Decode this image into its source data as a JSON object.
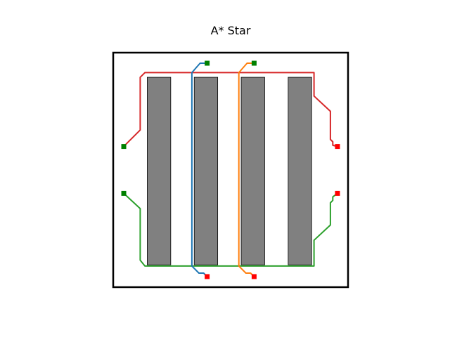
{
  "chart_data": {
    "type": "line",
    "title": "A* Star",
    "xlim": [
      0,
      10
    ],
    "ylim": [
      0,
      10
    ],
    "axes_visible": false,
    "obstacle_color": "#808080",
    "obstacles": [
      {
        "x0": 1.45,
        "y0": 0.95,
        "x1": 2.45,
        "y1": 8.95
      },
      {
        "x0": 3.45,
        "y0": 0.95,
        "x1": 4.45,
        "y1": 8.95
      },
      {
        "x0": 5.45,
        "y0": 0.95,
        "x1": 6.45,
        "y1": 8.95
      },
      {
        "x0": 7.45,
        "y0": 0.95,
        "x1": 8.45,
        "y1": 8.95
      }
    ],
    "start_color": "#008000",
    "goal_color": "#ff0000",
    "series": [
      {
        "color": "#d62728",
        "start": [
          0.45,
          6.0
        ],
        "goal": [
          9.55,
          6.0
        ],
        "points": [
          [
            0.45,
            6.0
          ],
          [
            1.15,
            6.7
          ],
          [
            1.15,
            8.95
          ],
          [
            1.35,
            9.15
          ],
          [
            1.35,
            9.15
          ],
          [
            8.55,
            9.15
          ],
          [
            8.55,
            8.15
          ],
          [
            9.25,
            7.5
          ],
          [
            9.25,
            6.3
          ],
          [
            9.35,
            6.2
          ],
          [
            9.35,
            6.05
          ],
          [
            9.55,
            6.0
          ]
        ]
      },
      {
        "color": "#2ca02c",
        "start": [
          0.45,
          4.0
        ],
        "goal": [
          9.55,
          4.0
        ],
        "points": [
          [
            0.45,
            4.0
          ],
          [
            1.15,
            3.35
          ],
          [
            1.15,
            1.15
          ],
          [
            1.35,
            0.9
          ],
          [
            8.55,
            0.9
          ],
          [
            8.55,
            2.0
          ],
          [
            9.25,
            2.65
          ],
          [
            9.25,
            3.6
          ],
          [
            9.35,
            3.7
          ],
          [
            9.35,
            3.85
          ],
          [
            9.55,
            4.0
          ]
        ]
      },
      {
        "color": "#1f77b4",
        "start": [
          4.0,
          9.55
        ],
        "goal": [
          4.0,
          0.45
        ],
        "points": [
          [
            4.0,
            9.55
          ],
          [
            3.7,
            9.55
          ],
          [
            3.35,
            9.15
          ],
          [
            3.35,
            0.9
          ],
          [
            3.65,
            0.6
          ],
          [
            3.85,
            0.6
          ],
          [
            4.0,
            0.45
          ]
        ]
      },
      {
        "color": "#ff7f0e",
        "start": [
          6.0,
          9.55
        ],
        "goal": [
          6.0,
          0.45
        ],
        "points": [
          [
            6.0,
            9.55
          ],
          [
            5.7,
            9.55
          ],
          [
            5.35,
            9.15
          ],
          [
            5.35,
            0.9
          ],
          [
            5.65,
            0.6
          ],
          [
            5.85,
            0.6
          ],
          [
            6.0,
            0.45
          ]
        ]
      }
    ]
  }
}
